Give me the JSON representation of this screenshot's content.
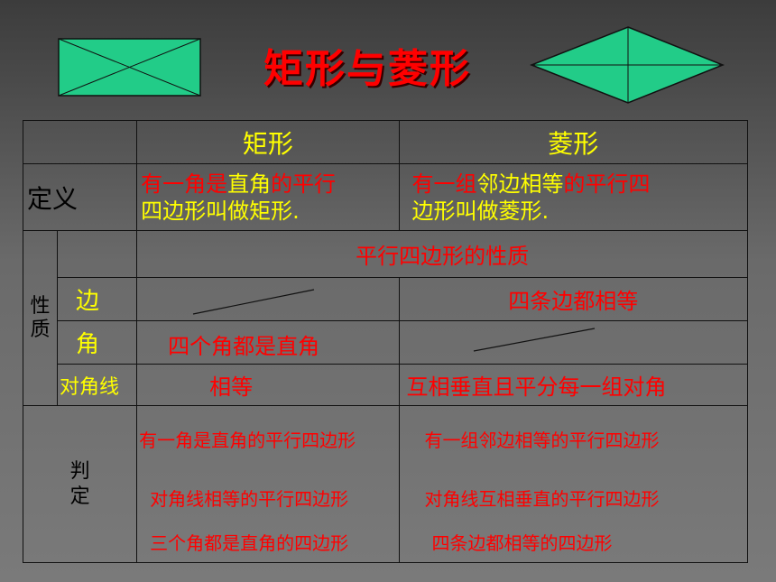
{
  "title": "矩形与菱形",
  "header": {
    "rect": "矩形",
    "rhombus": "菱形"
  },
  "definition": {
    "label": "定义",
    "rect": {
      "part1": "有一角是",
      "highlight": "直角",
      "part2": "的平行",
      "line2": "四边形叫做矩形."
    },
    "rhombus": {
      "part1": "有一组",
      "highlight": "邻边相等",
      "part2": "的平行四",
      "line2": "边形叫做菱形."
    }
  },
  "properties": {
    "label_line1": "性",
    "label_line2": "质",
    "common": "平行四边形的性质",
    "side": {
      "label": "边",
      "rhombus": "四条边都相等"
    },
    "angle": {
      "label": "角",
      "rect": "四个角都是直角"
    },
    "diagonal": {
      "label": "对角线",
      "rect": "相等",
      "rhombus": "互相垂直且平分每一组对角"
    }
  },
  "judgment": {
    "label_line1": "判",
    "label_line2": "定",
    "rect": [
      "有一角是直角的平行四边形",
      "对角线相等的平行四边形",
      "三个角都是直角的四边形"
    ],
    "rhombus": [
      "有一组邻边相等的平行四边形",
      "对角线互相垂直的平行四边形",
      "四条边都相等的四边形"
    ]
  },
  "colors": {
    "title": "#ff0000",
    "shape_fill": "#22cc88",
    "header": "#ffff00",
    "highlight": "#ff0000"
  }
}
